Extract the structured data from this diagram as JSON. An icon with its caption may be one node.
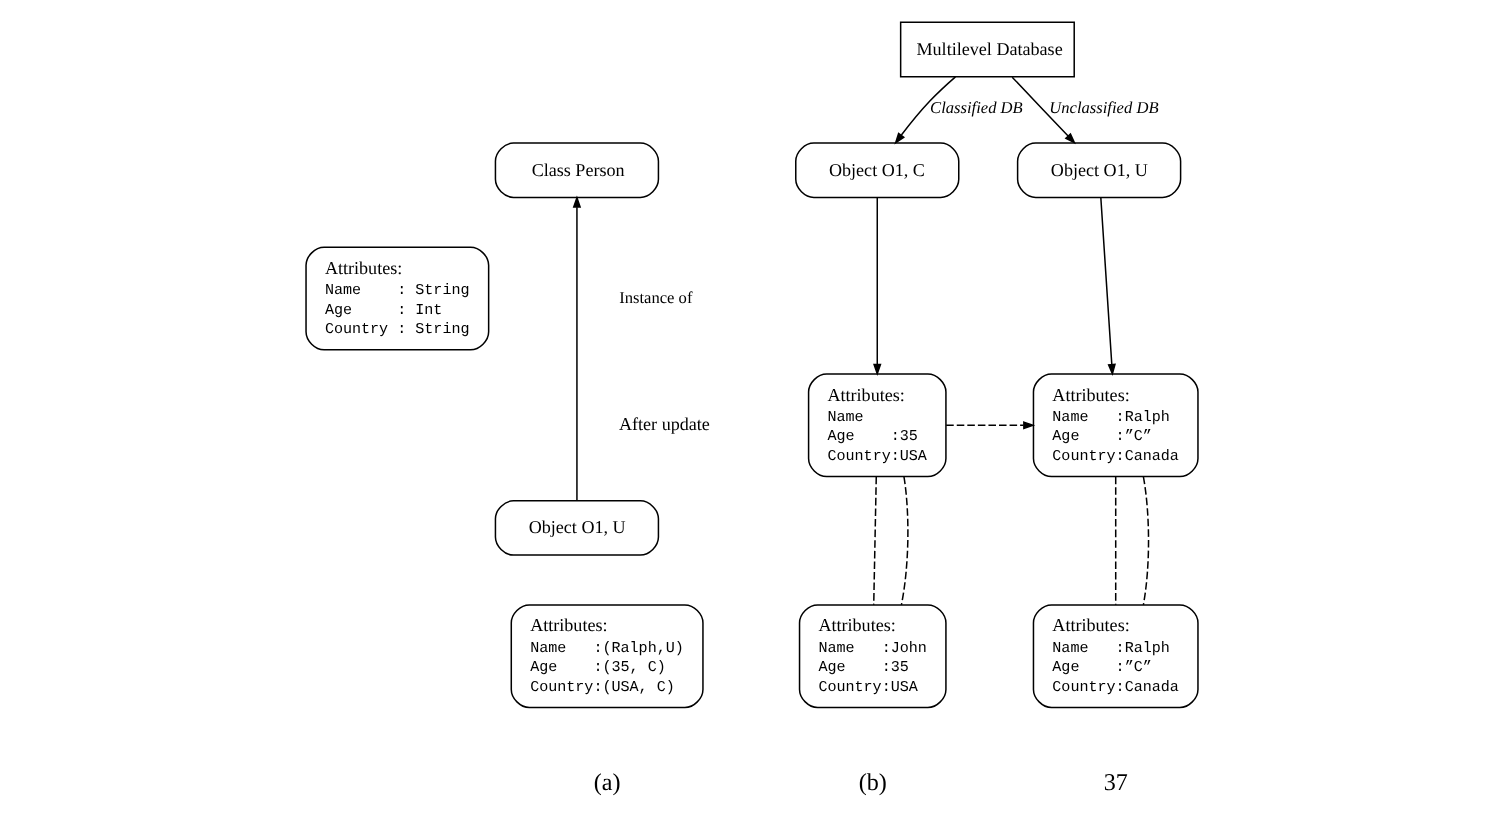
{
  "diagram": {
    "nodes": [
      {
        "text": [
          "Class Person"
        ]
      },
      {
        "text": [
          "Attributes:",
          "Name    : String",
          "Age     : Int",
          "Country : String"
        ]
      },
      {
        "text": [
          "Object O1, U"
        ]
      },
      {
        "text": [
          "Attributes:",
          "Name   :(Ralph,U)",
          "Age    :(35, C)",
          "Country:(USA, C)"
        ]
      },
      {
        "text": [
          "Multilevel Database"
        ]
      },
      {
        "text": [
          "Object O1, C"
        ]
      },
      {
        "text": [
          "Object O1, U"
        ]
      },
      {
        "text": [
          "Attributes:",
          "Name",
          "Age    :35",
          "Country:USA"
        ]
      },
      {
        "text": [
          "Attributes:",
          "Name   :Ralph",
          "Age    :”C”",
          "Country:Canada"
        ]
      },
      {
        "text": [
          "Attributes:",
          "Name   :John",
          "Age    :35",
          "Country:USA"
        ]
      },
      {
        "text": [
          "Attributes:",
          "Name   :Ralph",
          "Age    :”C”",
          "Country:Canada"
        ]
      }
    ],
    "edges": [
      {
        "from": 2,
        "to": 0,
        "arrow": "to",
        "label": "Instance of"
      },
      {
        "from": 4,
        "to": 5,
        "arrow": "to",
        "label": "Classified DB"
      },
      {
        "from": 4,
        "to": 6,
        "arrow": "to",
        "label": "Unclassified DB"
      },
      {
        "from": 5,
        "to": 7,
        "arrow": "to"
      },
      {
        "from": 6,
        "to": 8,
        "arrow": "to"
      },
      {
        "from": 7,
        "to": 8,
        "arrow": "to",
        "style": "dashed"
      },
      {
        "from": 7,
        "to": 9,
        "arrow": "none",
        "style": "dashed"
      },
      {
        "from": 7,
        "to": 9,
        "arrow": "none",
        "style": "dashed"
      },
      {
        "from": 8,
        "to": 10,
        "arrow": "none",
        "style": "dashed"
      },
      {
        "from": 8,
        "to": 10,
        "arrow": "none",
        "style": "dashed"
      }
    ],
    "labels": [
      "After update",
      "(a)",
      "(b)",
      "37"
    ]
  }
}
